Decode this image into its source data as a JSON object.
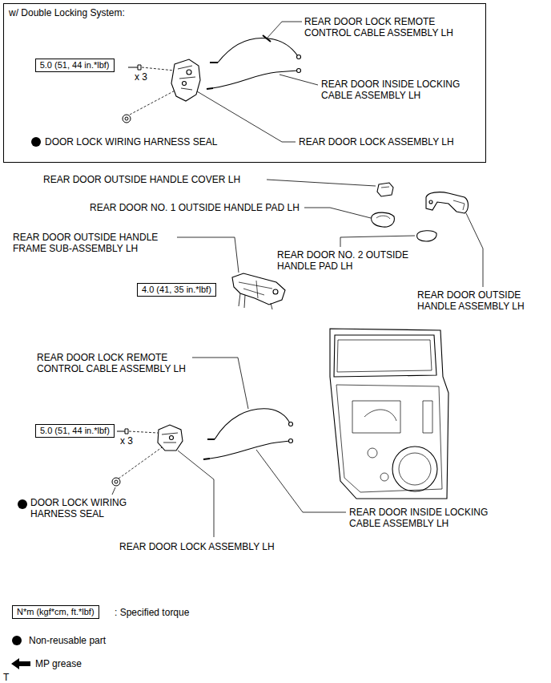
{
  "diagram": {
    "nodes": [
      {
        "text": [
          "w/ Double Locking System:"
        ]
      },
      {
        "text": [
          "5.0 (51, 44 in.*lbf)"
        ],
        "in": 0
      },
      {
        "text": [
          "4.0 (41, 35 in.*lbf)"
        ]
      },
      {
        "text": [
          "5.0 (51, 44 in.*lbf)"
        ]
      },
      {
        "text": [
          "N*m (kgf*cm, ft.*lbf)"
        ]
      }
    ],
    "labels": [
      "REAR DOOR LOCK REMOTE CONTROL CABLE ASSEMBLY LH",
      "x 3",
      "REAR DOOR INSIDE LOCKING CABLE ASSEMBLY LH",
      "DOOR LOCK WIRING HARNESS SEAL",
      "REAR DOOR LOCK ASSEMBLY LH",
      "REAR DOOR OUTSIDE HANDLE COVER LH",
      "REAR DOOR NO. 1 OUTSIDE HANDLE PAD LH",
      "REAR DOOR OUTSIDE HANDLE FRAME SUB-ASSEMBLY LH",
      "REAR DOOR NO. 2 OUTSIDE HANDLE PAD LH",
      "REAR DOOR OUTSIDE HANDLE ASSEMBLY LH",
      "REAR DOOR LOCK REMOTE CONTROL CABLE ASSEMBLY LH",
      "x 3",
      "REAR DOOR INSIDE LOCKING CABLE ASSEMBLY LH",
      "DOOR LOCK WIRING HARNESS SEAL",
      "REAR DOOR LOCK ASSEMBLY LH",
      "T"
    ],
    "legend": [
      {
        "text": ": Specified torque"
      },
      {
        "text": "Non-reusable part"
      },
      {
        "text": "MP grease"
      }
    ]
  }
}
